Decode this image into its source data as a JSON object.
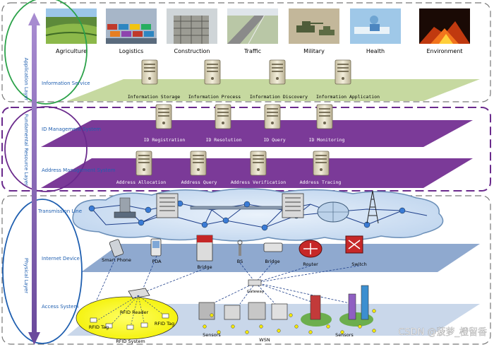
{
  "layers": {
    "application": "Application Layer",
    "fundamental": "Fundamental Resource Layer",
    "physical": "Physical Layer"
  },
  "applications": [
    "Agriculture",
    "Logistics",
    "Construction",
    "Traffic",
    "Military",
    "Health",
    "Environment"
  ],
  "info_service": {
    "label": "Information Service",
    "servers": [
      "Information Storage",
      "Information Process",
      "Information Discovery",
      "Information Application"
    ]
  },
  "id_management": {
    "label": "ID Management System",
    "servers": [
      "ID Registration",
      "ID Resolution",
      "ID Query",
      "ID Monitoring"
    ]
  },
  "address_management": {
    "label": "Address Management System",
    "servers": [
      "Address Allocation",
      "Address Query",
      "Address Verification",
      "Address Tracing"
    ]
  },
  "transmission": {
    "label": "Transmission Line"
  },
  "internet_device": {
    "label": "Internet Device",
    "devices": [
      "Smart Phone",
      "PDA",
      "Bridge",
      "BS",
      "Bridge",
      "Router",
      "Switch"
    ]
  },
  "access": {
    "label": "Access System",
    "gateway": "Gateway",
    "rfid_reader": "RFID Reader",
    "rfid_tags": [
      "RFID Tag",
      "RFID Tag"
    ],
    "rfid_system": "RFID System",
    "sensors": [
      "Sensors",
      "Sensors"
    ],
    "wsn": "WSN"
  },
  "watermark": "CSDN @菠萝_橙留香",
  "colors": {
    "green_plane": "#bcd28f",
    "purple_plane": "#7b3a98",
    "blue_plane": "#8fa9cf",
    "access_plane": "#c9d7ea",
    "cloud": "#cfe0f4",
    "arrow": "#7a55a8",
    "node": "#3a7bd5"
  }
}
